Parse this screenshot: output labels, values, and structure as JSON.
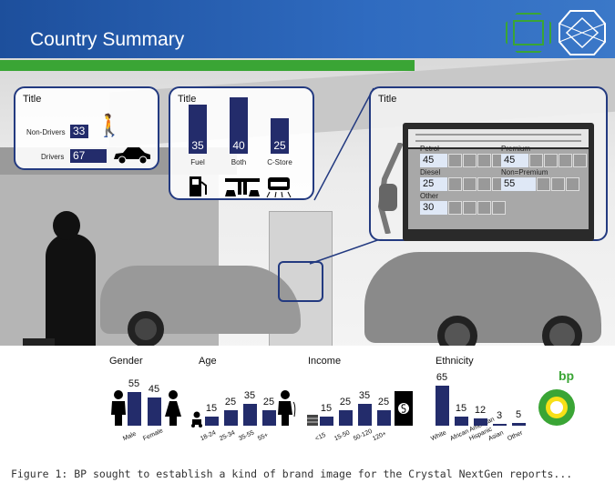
{
  "header": {
    "title": "Country Summary"
  },
  "panel_drivers": {
    "title": "Title",
    "rows": [
      {
        "label": "Non-Drivers",
        "value": "33"
      },
      {
        "label": "Drivers",
        "value": "67"
      }
    ]
  },
  "panel_purchase": {
    "title": "Title",
    "bars": [
      {
        "label": "Fuel",
        "value": 35
      },
      {
        "label": "Both",
        "value": 40
      },
      {
        "label": "C-Store",
        "value": 25
      }
    ]
  },
  "panel_fuel": {
    "title": "Title",
    "fields": [
      {
        "label": "Petrol",
        "value": "45"
      },
      {
        "label": "Diesel",
        "value": "25"
      },
      {
        "label": "Other",
        "value": "30"
      },
      {
        "label": "Premium",
        "value": "45"
      },
      {
        "label": "Non=Premium",
        "value": "55"
      }
    ]
  },
  "chart_data": [
    {
      "type": "bar",
      "title": "Gender",
      "categories": [
        "Male",
        "Female"
      ],
      "values": [
        55,
        45
      ]
    },
    {
      "type": "bar",
      "title": "Age",
      "categories": [
        "18-24",
        "25-34",
        "35-55",
        "55+"
      ],
      "values": [
        15,
        25,
        35,
        25
      ]
    },
    {
      "type": "bar",
      "title": "Income",
      "categories": [
        "<15",
        "15-50",
        "50-120",
        "120+"
      ],
      "values": [
        15,
        25,
        35,
        25
      ]
    },
    {
      "type": "bar",
      "title": "Ethnicity",
      "categories": [
        "White",
        "African American",
        "Hispanic",
        "Asian",
        "Other"
      ],
      "values": [
        65,
        15,
        12,
        3,
        5
      ]
    }
  ],
  "logo": {
    "text": "bp",
    "colors": {
      "green": "#3aa535",
      "yellow": "#f7e017"
    }
  },
  "caption": "Figure 1: BP sought to establish a kind of brand image for the Crystal NextGen reports..."
}
